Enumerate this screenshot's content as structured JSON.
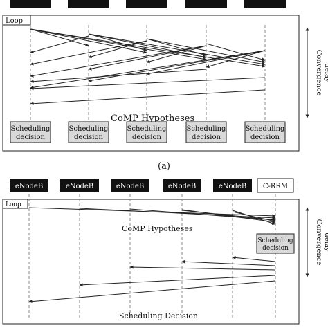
{
  "panel_a": {
    "loop_label": "Loop",
    "hypotheses_label": "CoMP Hypotheses",
    "side_label_line1": "Convergence",
    "side_label_line2": "delay",
    "decision_line1": "Scheduling",
    "decision_line2": "decision",
    "caption": "(a)",
    "node_count": 5
  },
  "panel_b": {
    "loop_label": "Loop",
    "nodes": [
      "eNodeB",
      "eNodeB",
      "eNodeB",
      "eNodeB",
      "eNodeB"
    ],
    "crrm_label": "C-RRM",
    "hypotheses_label": "CoMP Hypotheses",
    "decision_line1": "Scheduling",
    "decision_line2": "decision",
    "side_label_line1": "Convergence",
    "side_label_line2": "delay",
    "bottom_label": "Scheduling Decision"
  },
  "colors": {
    "node_fill": "#111111",
    "node_text": "#ffffff",
    "decision_fill": "#d9d9d9",
    "line": "#222222",
    "lifeline": "#888888"
  }
}
